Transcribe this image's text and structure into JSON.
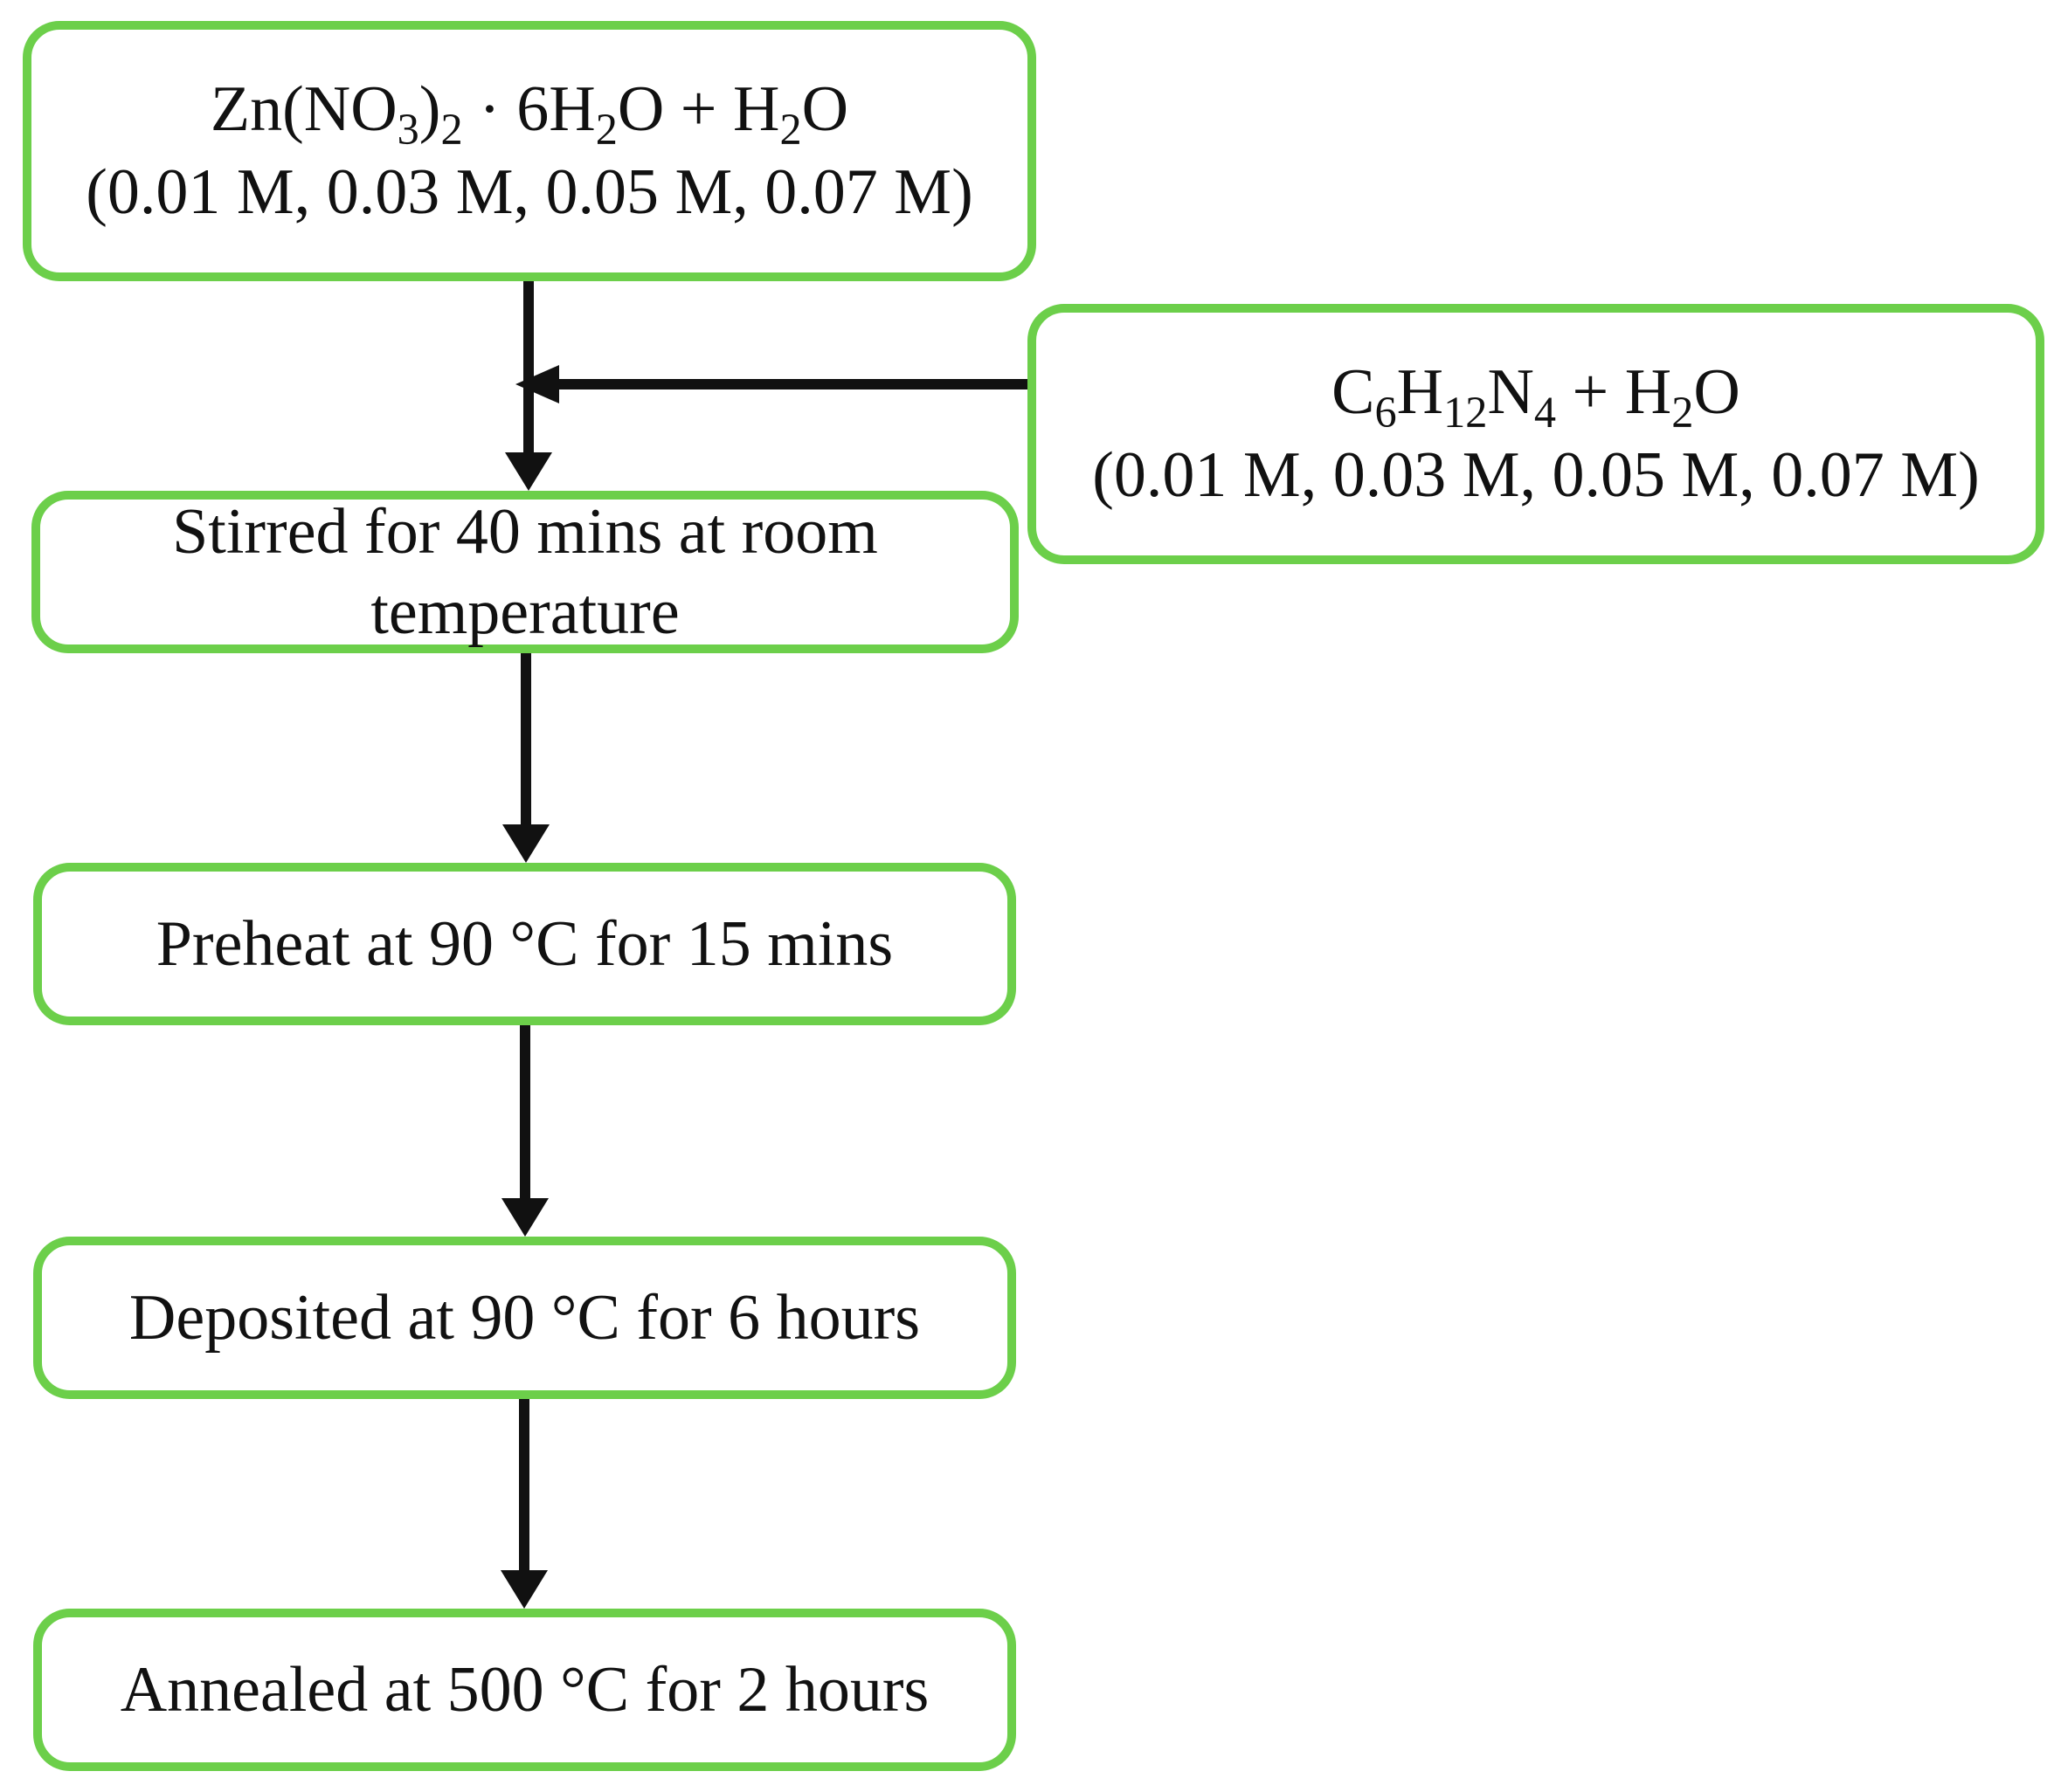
{
  "nodes": {
    "zinc_nitrate": {
      "formula": {
        "a": "Zn(NO",
        "a_sub": "3",
        "b": ")",
        "b_sub": "2",
        "c": " · 6H",
        "c_sub": "2",
        "d": "O + H",
        "d_sub": "2",
        "e": "O"
      },
      "concentrations": "(0.01 M, 0.03 M, 0.05 M, 0.07 M)"
    },
    "hexamine": {
      "formula": {
        "a": "C",
        "a_sub": "6",
        "b": "H",
        "b_sub": "12",
        "c": "N",
        "c_sub": "4",
        "d": " + H",
        "d_sub": "2",
        "e": "O"
      },
      "concentrations": "(0.01 M, 0.03 M, 0.05 M, 0.07 M)"
    },
    "stir": {
      "line1": "Stirred for 40 mins at room",
      "line2": "temperature"
    },
    "preheat": "Preheat at 90 °C for 15 mins",
    "deposit": "Deposited at 90 °C for 6 hours",
    "anneal": "Annealed at 500 °C for 2 hours"
  },
  "colors": {
    "box_border": "#6ccf4a",
    "arrow": "#111111",
    "text": "#111111"
  }
}
